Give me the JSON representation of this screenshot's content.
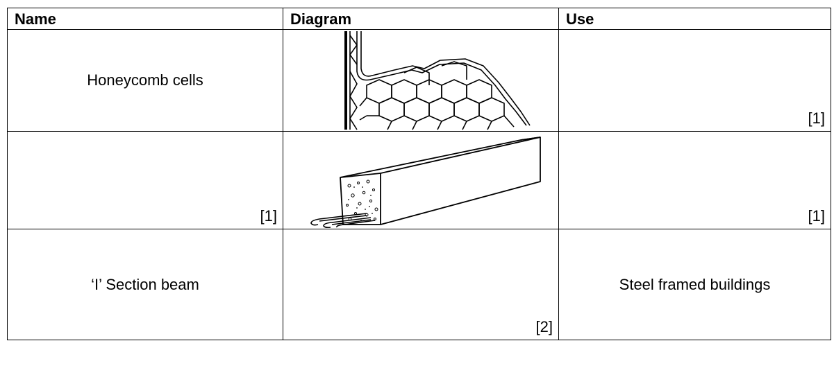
{
  "headers": {
    "name": "Name",
    "diagram": "Diagram",
    "use": "Use"
  },
  "rows": [
    {
      "name": "Honeycomb cells",
      "diagram_icon": "honeycomb-cells-diagram",
      "use": "",
      "use_mark": "[1]"
    },
    {
      "name": "",
      "name_mark": "[1]",
      "diagram_icon": "reinforced-concrete-beam-diagram",
      "use": "",
      "use_mark": "[1]"
    },
    {
      "name": "‘I’ Section beam",
      "diagram_mark": "[2]",
      "use": "Steel framed buildings"
    }
  ]
}
